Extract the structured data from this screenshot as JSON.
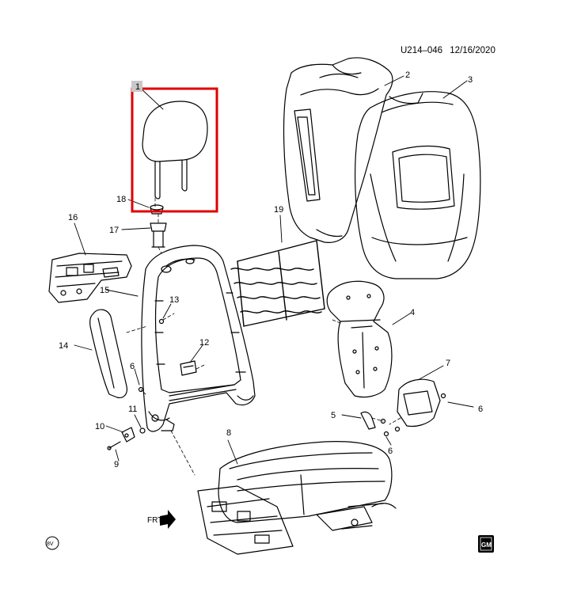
{
  "diagram": {
    "code": "U214–046",
    "date": "12/16/2020",
    "callouts": [
      "1",
      "2",
      "3",
      "4",
      "5",
      "6",
      "6",
      "6",
      "7",
      "8",
      "9",
      "10",
      "11",
      "12",
      "13",
      "14",
      "15",
      "16",
      "17",
      "18",
      "19"
    ],
    "front_label": "FRT",
    "corner_badge_left": "8V",
    "corner_logo_right": "GM"
  },
  "colors": {
    "highlight": "#e00000",
    "line": "#000000",
    "callout_bg": "#c8c8c8"
  }
}
